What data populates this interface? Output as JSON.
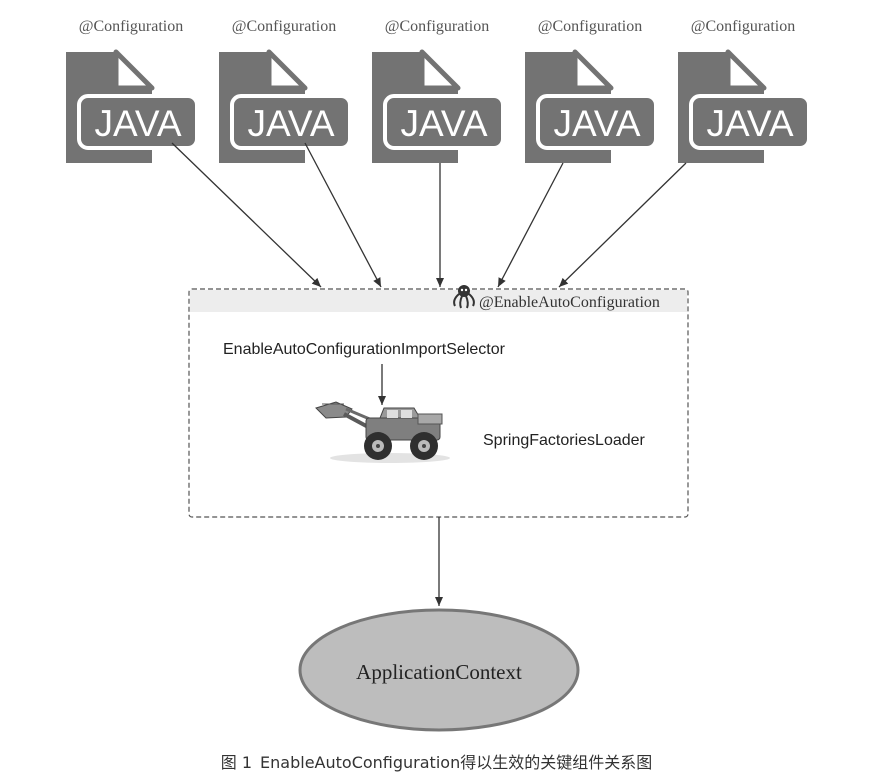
{
  "figure": {
    "config_files": [
      {
        "annotation": "@Configuration",
        "file_label": "JAVA"
      },
      {
        "annotation": "@Configuration",
        "file_label": "JAVA"
      },
      {
        "annotation": "@Configuration",
        "file_label": "JAVA"
      },
      {
        "annotation": "@Configuration",
        "file_label": "JAVA"
      },
      {
        "annotation": "@Configuration",
        "file_label": "JAVA"
      }
    ],
    "container": {
      "annotation": "@EnableAutoConfiguration",
      "selector": "EnableAutoConfigurationImportSelector",
      "loader": "SpringFactoriesLoader",
      "octopus_icon": "octopus-icon",
      "loader_icon": "wheel-loader-icon"
    },
    "target": "ApplicationContext",
    "caption": {
      "number": "图 1",
      "text": "EnableAutoConfiguration得以生效的关键组件关系图"
    },
    "colors": {
      "file_icon": "#737373",
      "ellipse_fill": "#bdbdbd",
      "container_header": "#ededed",
      "arrow": "#333333"
    }
  }
}
